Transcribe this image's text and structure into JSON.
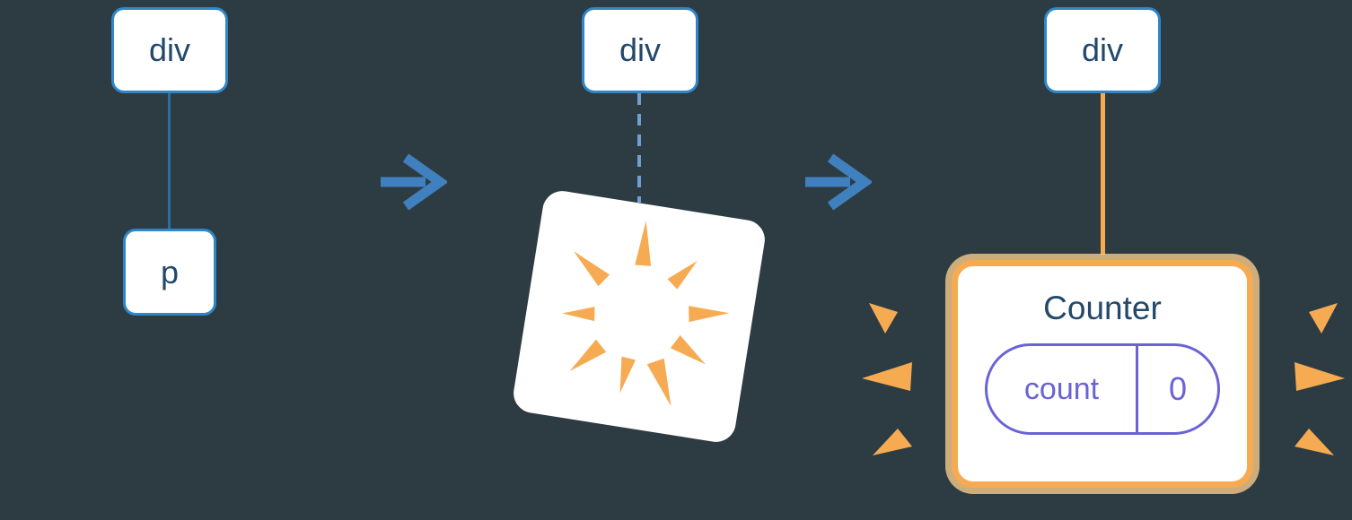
{
  "colors": {
    "background": "#2d3c42",
    "node_border": "#2f86c9",
    "node_text": "#23486b",
    "edge_blue": "#2b6ca3",
    "edge_dashed_blue": "#6fa0cf",
    "arrow_blue": "#4080bf",
    "orange": "#f6ab53",
    "purple": "#6963d6"
  },
  "icons": {
    "arrow_right": "→",
    "poof_burst": "explosion wedges",
    "spark": "orange wedge"
  },
  "panels": {
    "before": {
      "root_label": "div",
      "child_label": "p"
    },
    "transition": {
      "root_label": "div"
    },
    "after": {
      "root_label": "div",
      "counter": {
        "title": "Counter",
        "state_key": "count",
        "state_value": "0"
      }
    }
  }
}
